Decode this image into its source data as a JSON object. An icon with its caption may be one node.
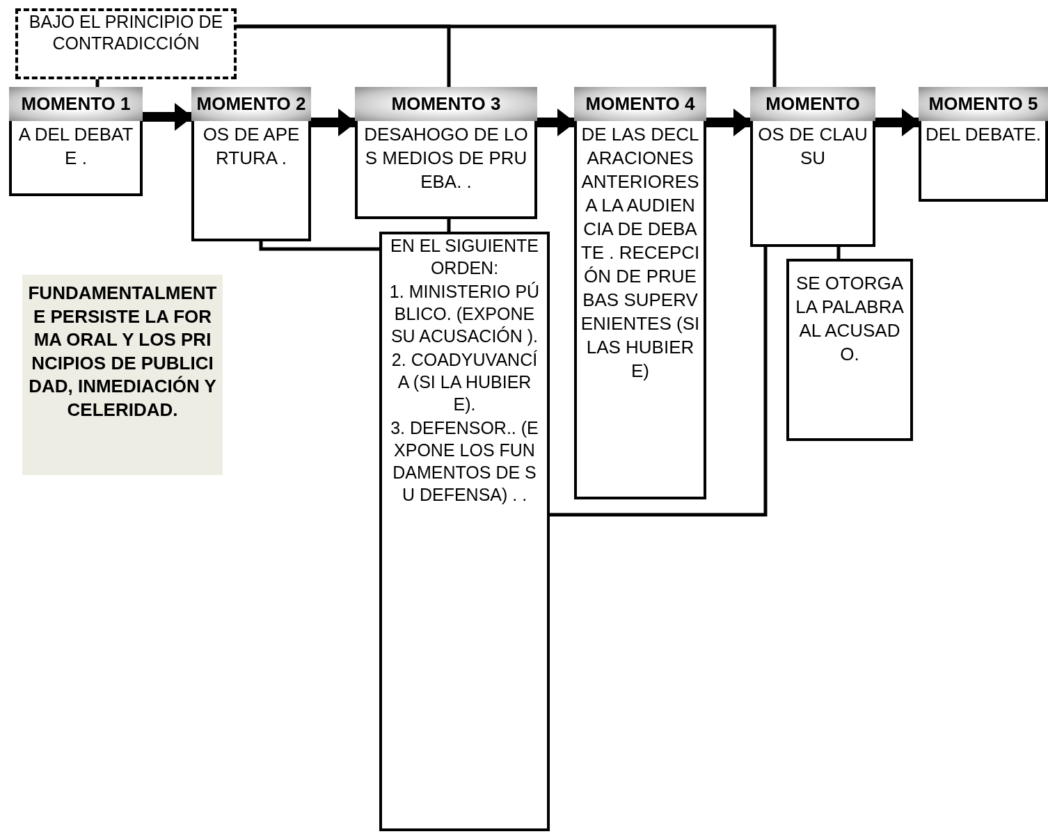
{
  "diagram": {
    "nodes": [
      {
        "text": [
          "BAJO EL PRINCIPIO DE CONTRADICCIÓN"
        ]
      },
      {
        "text": [
          "MOMENTO 1",
          "A DEL DEBATE ."
        ]
      },
      {
        "text": [
          "MOMENTO 2",
          "OS DE APERTURA ."
        ]
      },
      {
        "text": [
          "MOMENTO 3",
          "DESAHOGO DE LOS MEDIOS DE PRUEBA. ."
        ]
      },
      {
        "text": [
          "EN EL SIGUIENTE ORDEN:",
          "1. MINISTERIO PÚBLICO. (EXPONE SU ACUSACIÓN ).",
          "2. COADYUVANCÍA (SI LA HUBIERE).",
          "3. DEFENSOR.. (EXPONE LOS FUNDAMENTOS DE SU DEFENSA) . ."
        ]
      },
      {
        "text": [
          "MOMENTO 4",
          "DE LAS DECLARACIONES ANTERIORES A LA AUDIENCIA DE DEBATE . RECEPCIÓN DE PRUEBAS SUPERVENIENTES (SI LAS HUBIERE)"
        ]
      },
      {
        "text": [
          "MOMENTO",
          "OS DE CLAUSU"
        ]
      },
      {
        "text": [
          "SE OTORGA LA PALABRA AL ACUSADO."
        ]
      },
      {
        "text": [
          "MOMENTO 5",
          "DEL DEBATE."
        ]
      },
      {
        "text": [
          "FUNDAMENTALMENTE PERSISTE LA FORMA ORAL Y LOS PRINCIPIOS DE PUBLICIDAD, INMEDIACIÓN Y CELERIDAD."
        ]
      }
    ],
    "edges": [
      {
        "from": 1,
        "to": 2,
        "arrow": "to",
        "style": "thick"
      },
      {
        "from": 2,
        "to": 3,
        "arrow": "to",
        "style": "thick"
      },
      {
        "from": 3,
        "to": 5,
        "arrow": "to",
        "style": "thick"
      },
      {
        "from": 5,
        "to": 6,
        "arrow": "to",
        "style": "thick"
      },
      {
        "from": 6,
        "to": 8,
        "arrow": "to",
        "style": "thick"
      },
      {
        "from": 0,
        "to": 1,
        "arrow": "none"
      },
      {
        "from": 0,
        "to": 3,
        "arrow": "none"
      },
      {
        "from": 0,
        "to": 6,
        "arrow": "none"
      },
      {
        "from": 2,
        "to": 4,
        "arrow": "none"
      },
      {
        "from": 3,
        "to": 4,
        "arrow": "none"
      },
      {
        "from": 4,
        "to": 6,
        "arrow": "none"
      },
      {
        "from": 6,
        "to": 7,
        "arrow": "none"
      }
    ]
  }
}
